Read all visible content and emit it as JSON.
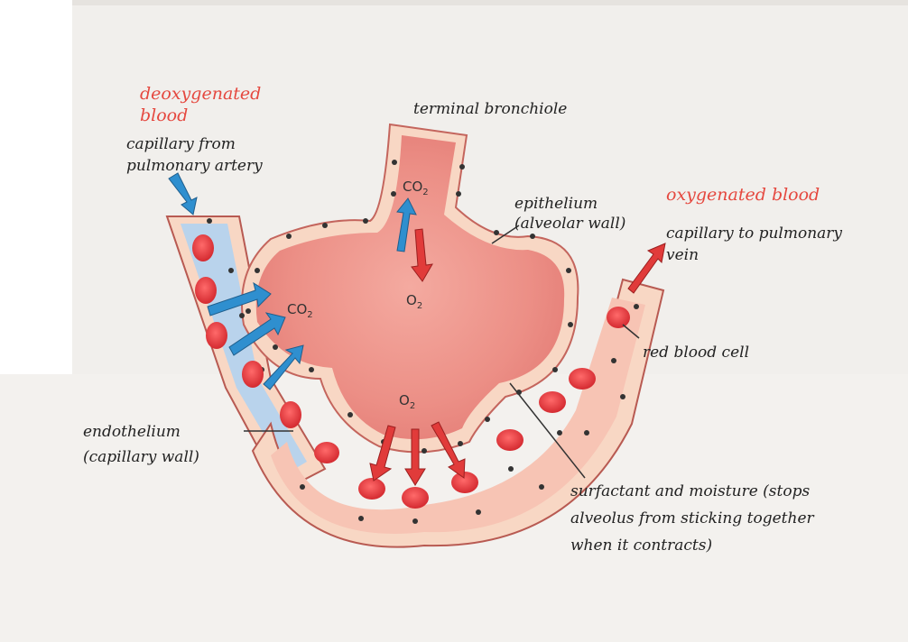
{
  "labels": {
    "deoxygenated": "deoxygenated blood",
    "capillary_from": "capillary from pulmonary artery",
    "terminal": "terminal bronchiole",
    "epithelium": "epithelium (alveolar wall)",
    "oxygenated": "oxygenated blood",
    "capillary_to": "capillary to pulmonary vein",
    "red_cell": "red blood cell",
    "endothelium": "endothelium (capillary wall)",
    "surfactant": "surfactant and moisture (stops alveolus from sticking together when it contracts)"
  },
  "gas_labels": {
    "co2_top": "CO",
    "co2_left": "CO",
    "o2_top": "O",
    "o2_bottom": "O",
    "sub_2": "2"
  },
  "colors": {
    "deoxygenated_label": "#e5483f",
    "oxygenated_label": "#e5483f",
    "ink": "#222222",
    "alveolus": "#ec8f86",
    "alveolus_wall": "#d96e66",
    "wall_cells": "#f8d7c4",
    "deoxy_capillary": "#b9d3ec",
    "oxy_capillary": "#f7c4b4",
    "red_blood_cell": "#e0333a",
    "blue_arrow": "#2f8fcf",
    "red_arrow": "#e13b3a",
    "page": "#f1efec"
  },
  "icons": [
    "blood-flow-arrow-icon",
    "co2-diffusion-arrow-icon",
    "o2-diffusion-arrow-icon"
  ]
}
